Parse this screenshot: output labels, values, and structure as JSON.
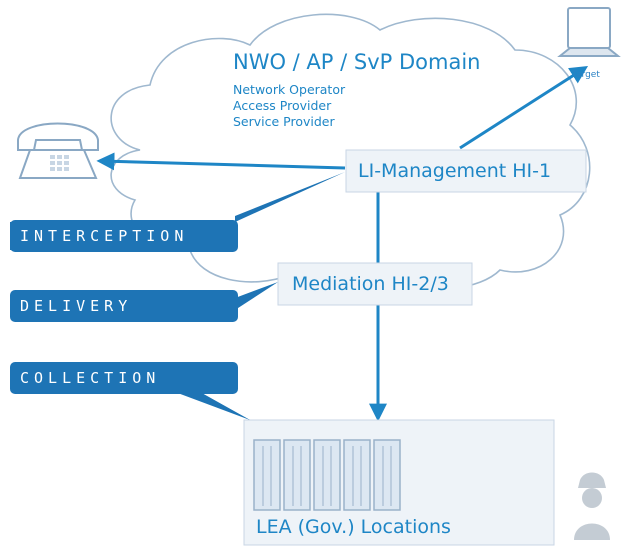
{
  "cloud": {
    "title": "NWO / AP / SvP Domain",
    "lines": [
      "Network Operator",
      "Access Provider",
      "Service Provider"
    ]
  },
  "boxes": {
    "li_management": "LI-Management HI-1",
    "mediation": "Mediation HI-2/3",
    "lea_locations": "LEA (Gov.) Locations"
  },
  "tags": {
    "interception": "INTERCEPTION",
    "delivery": "DELIVERY",
    "collection": "COLLECTION"
  },
  "icons": {
    "target_label": "Target",
    "phone": "telephone-icon",
    "laptop": "laptop-icon",
    "buildings": "server-building-icon",
    "officer": "officer-icon"
  },
  "colors": {
    "accent": "#1e86c6",
    "tag_fill": "#1e74b5",
    "cloud_stroke": "#9fb8cf",
    "box_fill": "#eef3f8"
  }
}
